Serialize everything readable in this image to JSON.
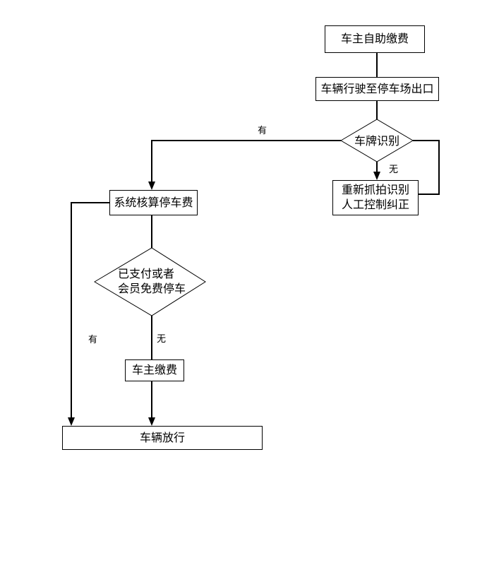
{
  "page": {
    "background": "#ffffff",
    "line_color": "#000000",
    "text_color": "#000000"
  },
  "flowchart": {
    "nodes": {
      "self_pay": {
        "label": "车主自助缴费"
      },
      "drive_to_exit": {
        "label": "车辆行驶至停车场出口"
      },
      "plate_recognition": {
        "label": "车牌识别"
      },
      "recapture": {
        "line1": "重新抓拍识别",
        "line2": "人工控制纠正"
      },
      "calc_fee": {
        "label": "系统核算停车费"
      },
      "paid_or_member": {
        "line1": "已支付或者",
        "line2": "会员免费停车"
      },
      "owner_pay": {
        "label": "车主缴费"
      },
      "release": {
        "label": "车辆放行"
      }
    },
    "edge_labels": {
      "plate_yes": "有",
      "plate_no": "无",
      "paid_yes": "有",
      "paid_no": "无"
    }
  }
}
